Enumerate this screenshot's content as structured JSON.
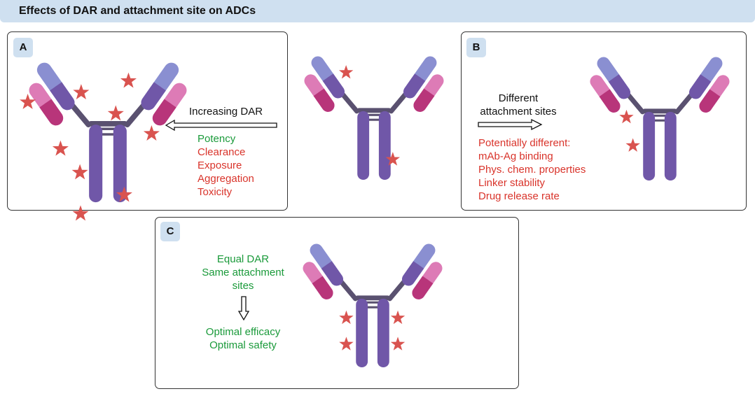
{
  "title": "Effects of DAR and attachment site on ADCs",
  "colors": {
    "title_bg": "#cfe0f0",
    "heavy_chain": "#7057a8",
    "light_chain_dark": "#b8357a",
    "light_chain_light": "#dd7bb6",
    "heavy_chain_light": "#8a8fd1",
    "hinge": "#5a5170",
    "star": "#d9534f",
    "green_text": "#1a9a3a",
    "red_text": "#d9342b"
  },
  "panelA": {
    "label": "A",
    "arrow_label": "Increasing DAR",
    "effects": [
      {
        "text": "Potency",
        "color": "green"
      },
      {
        "text": "Clearance",
        "color": "red"
      },
      {
        "text": "Exposure",
        "color": "red"
      },
      {
        "text": "Aggregation",
        "color": "red"
      },
      {
        "text": "Toxicity",
        "color": "red"
      }
    ]
  },
  "panelB": {
    "label": "B",
    "arrow_label_line1": "Different",
    "arrow_label_line2": "attachment sites",
    "effects": [
      "Potentially different:",
      "mAb-Ag binding",
      "Phys. chem. properties",
      "Linker stability",
      "Drug release rate"
    ]
  },
  "panelC": {
    "label": "C",
    "lines_top": [
      "Equal DAR",
      "Same attachment",
      "sites"
    ],
    "lines_bottom": [
      "Optimal efficacy",
      "Optimal safety"
    ]
  }
}
